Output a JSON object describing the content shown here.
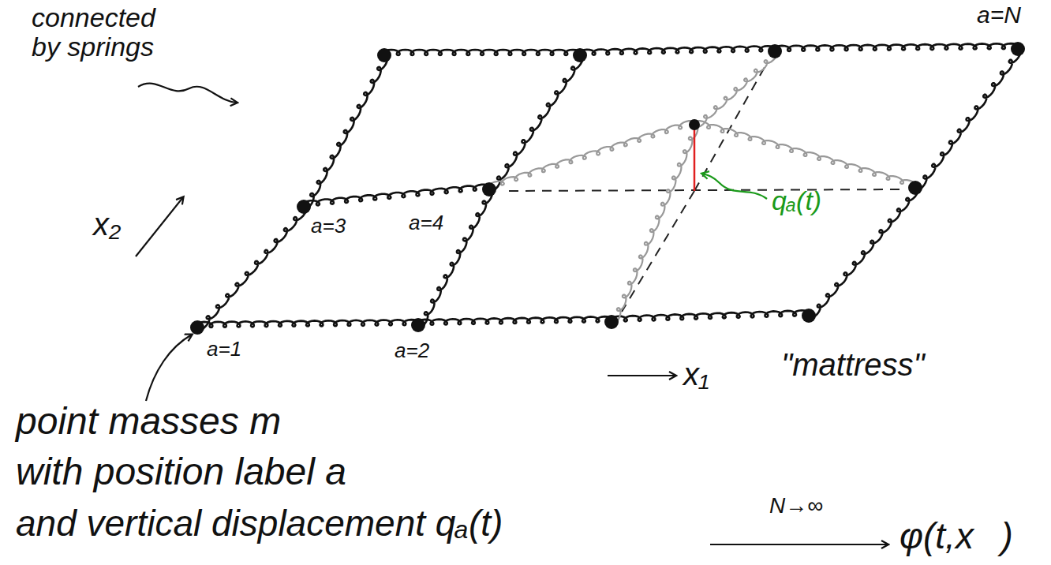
{
  "diagram": {
    "labels": [
      "connected by springs",
      "a=N",
      "x₂",
      "a=3",
      "a=4",
      "qₐ(t)",
      "a=1",
      "a=2",
      "x₁",
      "\"mattress\"",
      "point masses m",
      "with position label a",
      "and vertical displacement qₐ(t)",
      "N→∞",
      "φ(t,x⃗)"
    ]
  }
}
